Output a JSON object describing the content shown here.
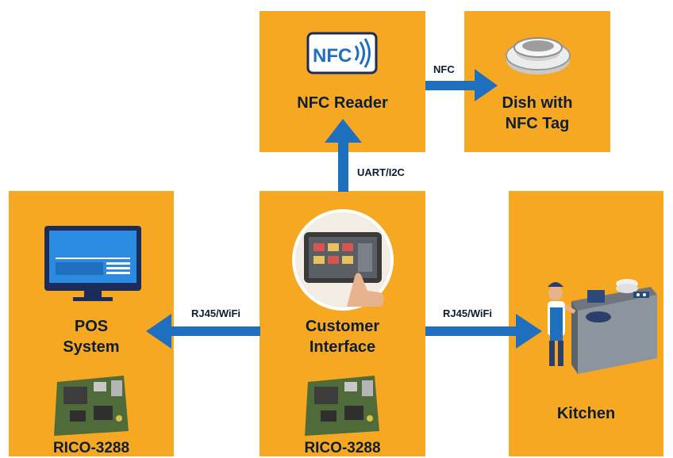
{
  "nodes": {
    "nfc_reader": {
      "label": "NFC Reader",
      "icon_text": "NFC"
    },
    "dish": {
      "line1": "Dish with",
      "line2": "NFC Tag"
    },
    "pos": {
      "line1": "POS",
      "line2": "System",
      "board": "RICO-3288"
    },
    "customer": {
      "line1": "Customer",
      "line2": "Interface",
      "board": "RICO-3288"
    },
    "kitchen": {
      "label": "Kitchen"
    }
  },
  "edges": {
    "nfc": "NFC",
    "uart": "UART/I2C",
    "rj45_left": "RJ45/WiFi",
    "rj45_right": "RJ45/WiFi"
  },
  "colors": {
    "box": "#f7a823",
    "arrow": "#1f6fbf",
    "text": "#0d1e33"
  },
  "icons": [
    "nfc-icon",
    "dish-icon",
    "monitor-icon",
    "tablet-hand-icon",
    "board-icon",
    "chef-kitchen-icon"
  ]
}
